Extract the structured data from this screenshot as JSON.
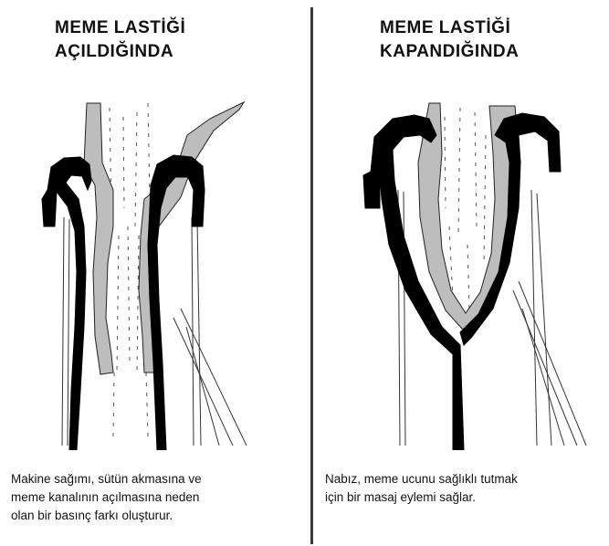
{
  "left": {
    "title": "MEME LASTİĞİ\nAÇILDIĞINDA",
    "caption": "Makine sağımı, sütün akmasına ve\nmeme kanalının açılmasına neden\nolan bir basınç farkı oluşturur."
  },
  "right": {
    "title": "MEME LASTİĞİ\nKAPANDIĞINDA",
    "caption": "Nabız, meme ucunu sağlıklı tutmak\niçin bir masaj eylemi sağlar."
  },
  "colors": {
    "liner": "#000000",
    "teat": "#bdbdbd",
    "divider": "#3a3a3a"
  }
}
